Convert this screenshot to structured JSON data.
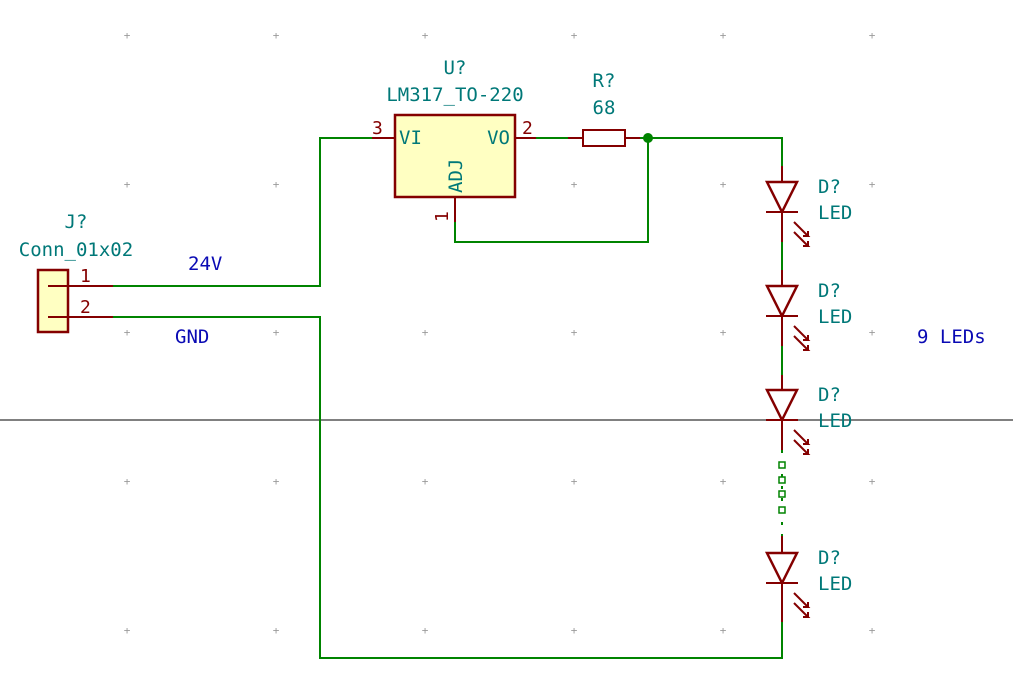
{
  "regulator": {
    "ref": "U?",
    "value": "LM317_TO-220",
    "pin_vi_num": "3",
    "pin_vi_name": "VI",
    "pin_vo_num": "2",
    "pin_vo_name": "VO",
    "pin_adj_num": "1",
    "pin_adj_name": "ADJ"
  },
  "resistor": {
    "ref": "R?",
    "value": "68"
  },
  "connector": {
    "ref": "J?",
    "value": "Conn_01x02",
    "pin1": "1",
    "pin2": "2"
  },
  "net_labels": {
    "power": "24V",
    "ground": "GND",
    "led_count": "9 LEDs"
  },
  "leds": [
    {
      "ref": "D?",
      "value": "LED"
    },
    {
      "ref": "D?",
      "value": "LED"
    },
    {
      "ref": "D?",
      "value": "LED"
    },
    {
      "ref": "D?",
      "value": "LED"
    }
  ],
  "colors": {
    "wire": "#008400",
    "symbol": "#840000",
    "ref_text": "#007878",
    "net_text": "#0a0ab4",
    "body_fill": "#ffffc2"
  }
}
